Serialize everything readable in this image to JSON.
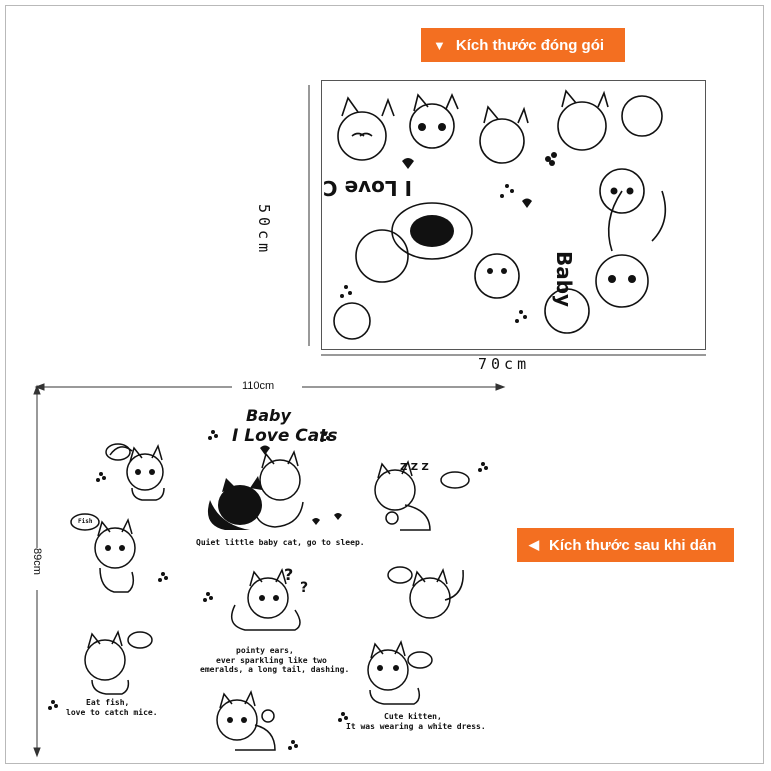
{
  "badges": {
    "packaging": "Kích thước đóng gói",
    "after_applying": "Kích thước sau khi dán"
  },
  "packaging_sheet": {
    "width_label": "70cm",
    "height_label": "50cm"
  },
  "applied": {
    "width_label": "110cm",
    "height_label": "89cm"
  },
  "sticker_text": {
    "baby": "Baby",
    "i_love_cats": "I Love Cats",
    "caption_quiet": "Quiet little baby cat, go to sleep.",
    "caption_pointy_1": "pointy ears,",
    "caption_pointy_2": "ever sparkling like two",
    "caption_pointy_3": "emeralds, a long tail, dashing.",
    "caption_eat_1": "Eat fish,",
    "caption_eat_2": "love to catch mice.",
    "caption_cute_1": "Cute kitten,",
    "caption_cute_2": "It was wearing a white dress.",
    "bubble_fish": "Fish"
  },
  "icons": {
    "arrow_down": "triangle-down-icon",
    "arrow_left": "triangle-left-icon"
  },
  "colors": {
    "badge_bg": "#f36f21",
    "badge_text": "#ffffff",
    "ink": "#111111"
  }
}
